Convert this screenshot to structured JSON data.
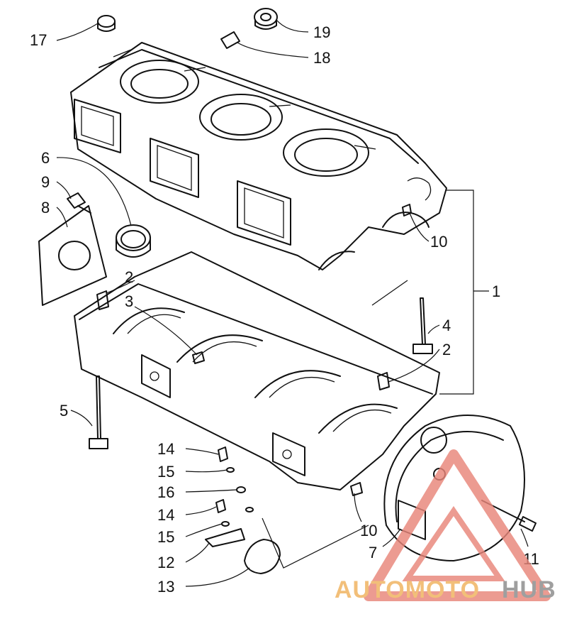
{
  "callouts": {
    "c1": "1",
    "c2a": "2",
    "c2b": "2",
    "c3": "3",
    "c4": "4",
    "c5": "5",
    "c6": "6",
    "c7": "7",
    "c8": "8",
    "c9": "9",
    "c10a": "10",
    "c10b": "10",
    "c11": "11",
    "c12": "12",
    "c13": "13",
    "c14a": "14",
    "c14b": "14",
    "c15a": "15",
    "c15b": "15",
    "c16": "16",
    "c17": "17",
    "c18": "18",
    "c19": "19"
  },
  "watermark": {
    "word_a": "AUTOMOTO",
    "word_b": "HUB",
    "color_primary": "#e8867a",
    "color_secondary": "#f0b25c",
    "color_tertiary": "#8a8a8a"
  }
}
